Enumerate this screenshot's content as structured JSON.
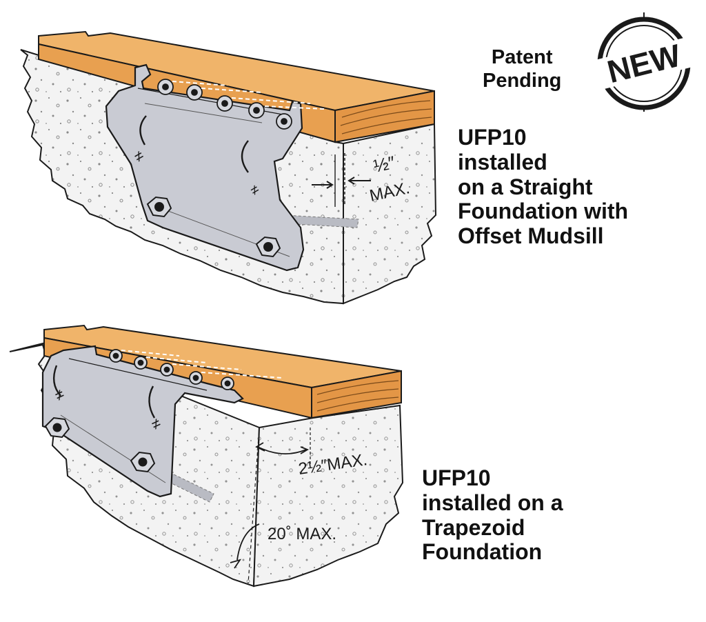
{
  "badge": {
    "text": "NEW"
  },
  "patent": {
    "line1": "Patent",
    "line2": "Pending"
  },
  "top_caption": {
    "lines": [
      "UFP10",
      "installed",
      "on a Straight",
      "Foundation with",
      "Offset Mudsill"
    ]
  },
  "bottom_caption": {
    "lines": [
      "UFP10",
      "installed on a",
      "Trapezoid",
      "Foundation"
    ]
  },
  "dimensions": {
    "half_inch_fraction": "½″",
    "half_inch_max": "MAX.",
    "two_half_inch": "2½″MAX.",
    "twenty_deg": "20˚ MAX."
  },
  "colors": {
    "wood": "#E8A050",
    "wood_top": "#F0B46A",
    "concrete": "#F3F3F3",
    "plate": "#C9CBD3",
    "outline": "#1a1a1a"
  }
}
